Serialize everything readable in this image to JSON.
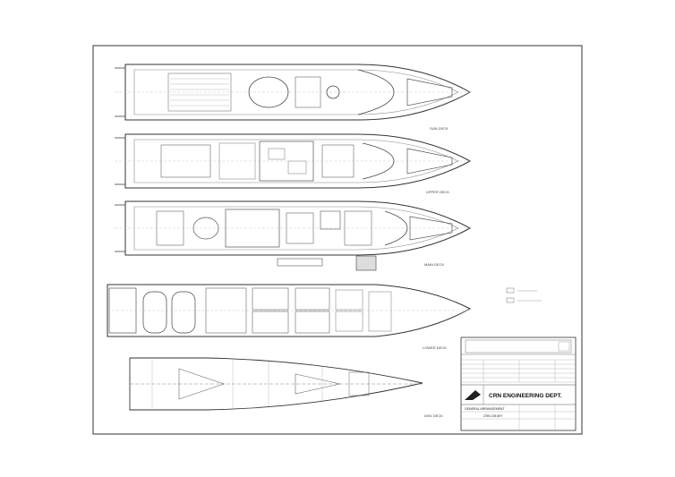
{
  "drawing": {
    "deck_labels": [
      "SUN DECK",
      "UPPER DECK",
      "MAIN DECK",
      "LOWER DECK",
      "DWL DECK"
    ],
    "title_block": {
      "company": "CRN ENGINEERING DEPT.",
      "drawing_title": "GENERAL ARRANGEMENT",
      "hull": "CRN 135 M/Y"
    }
  },
  "colors": {
    "line": "#3a3a3a",
    "light": "#9a9a9a",
    "paper": "#ffffff"
  }
}
